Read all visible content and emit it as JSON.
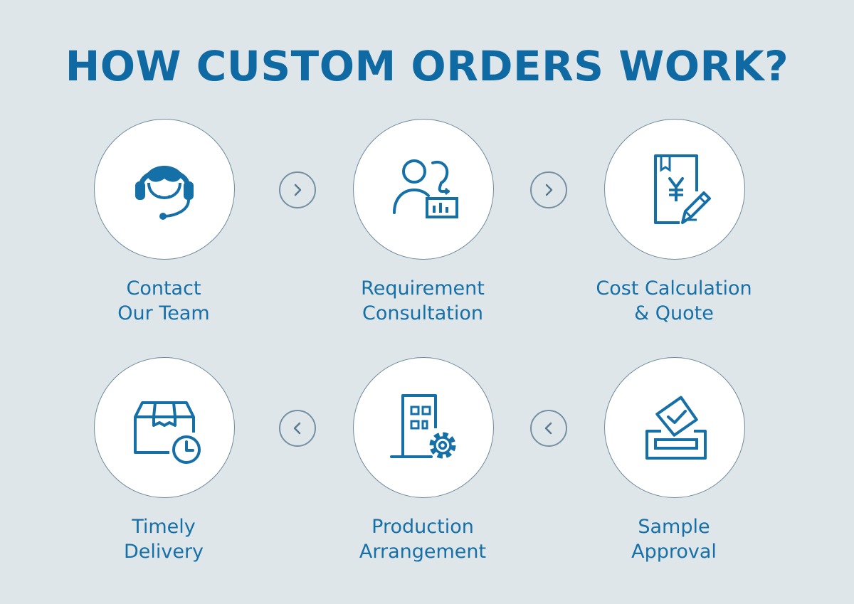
{
  "title": "HOW CUSTOM ORDERS WORK?",
  "colors": {
    "background": "#dfe6ea",
    "accent": "#0f6aa3",
    "circle_border": "#6f8a9c"
  },
  "steps": [
    {
      "line1": "Contact",
      "line2": "Our Team",
      "icon": "headset-agent-icon"
    },
    {
      "line1": "Requirement",
      "line2": "Consultation",
      "icon": "users-chart-icon"
    },
    {
      "line1": "Cost Calculation",
      "line2": "& Quote",
      "icon": "yen-invoice-pen-icon"
    },
    {
      "line1": "Sample",
      "line2": "Approval",
      "icon": "approval-box-check-icon"
    },
    {
      "line1": "Production",
      "line2": "Arrangement",
      "icon": "factory-gear-icon"
    },
    {
      "line1": "Timely",
      "line2": "Delivery",
      "icon": "package-clock-icon"
    }
  ],
  "arrows": [
    {
      "direction": "right",
      "icon": "chevron-right-icon"
    },
    {
      "direction": "right",
      "icon": "chevron-right-icon"
    },
    {
      "direction": "left",
      "icon": "chevron-left-icon"
    },
    {
      "direction": "left",
      "icon": "chevron-left-icon"
    }
  ]
}
